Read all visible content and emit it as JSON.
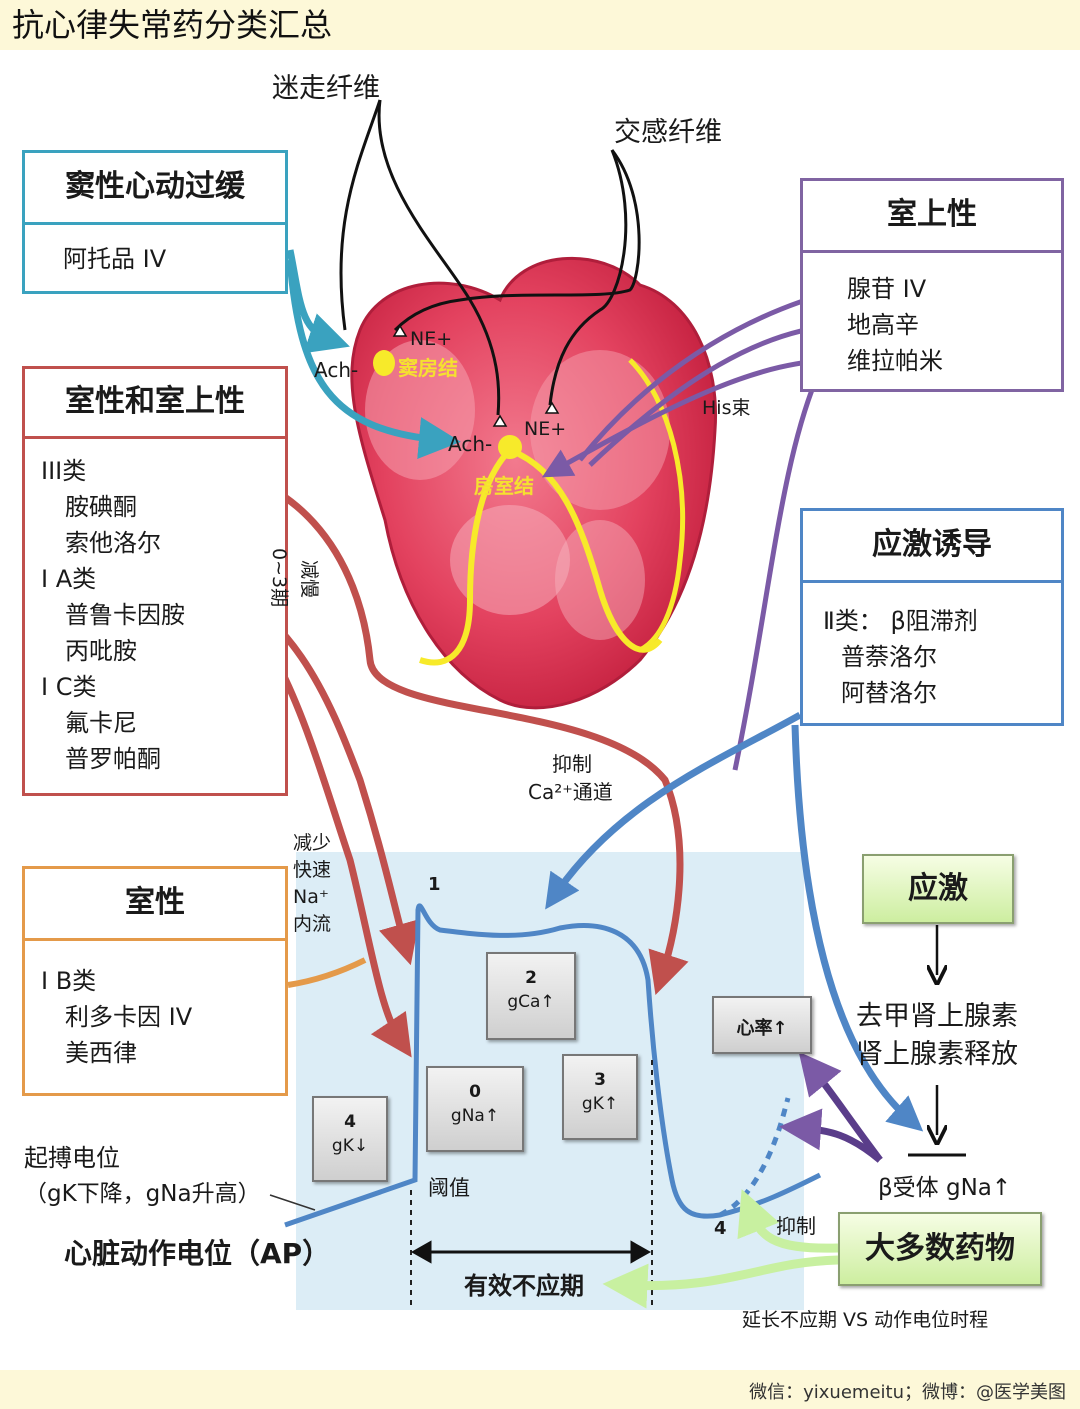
{
  "title": "抗心律失常药分类汇总",
  "footer": "微信：yixuemeitu；微博：@医学美图",
  "colors": {
    "teal": "#3aa2bf",
    "red": "#c0504d",
    "orange": "#e49a4a",
    "purple": "#8064a2",
    "blue": "#4f86c6",
    "lightgreen": "#c8f0a0",
    "panel": "#dcedf6"
  },
  "nerves": {
    "vagus": "迷走纤维",
    "sympathetic": "交感纤维"
  },
  "heart": {
    "ne_top": "NE+",
    "ach_top": "Ach-",
    "sa_node": "窦房结",
    "ach_mid": "Ach-",
    "ne_mid": "NE+",
    "av_node": "房室结",
    "his": "His束"
  },
  "box_sinus_brady": {
    "title": "窦性心动过缓",
    "items": [
      "阿托品 IV"
    ]
  },
  "box_supra": {
    "title": "室上性",
    "items": [
      "腺苷 IV",
      "地高辛",
      "维拉帕米"
    ]
  },
  "box_vent_supra": {
    "title": "室性和室上性",
    "items": [
      "III类",
      "胺碘酮",
      "索他洛尔",
      "Ⅰ A类",
      "普鲁卡因胺",
      "丙吡胺",
      "Ⅰ C类",
      "氟卡尼",
      "普罗帕酮"
    ]
  },
  "box_stress_induced": {
    "title": "应激诱导",
    "items": [
      "Ⅱ类： β阻滞剂",
      "普萘洛尔",
      "阿替洛尔"
    ]
  },
  "box_vent": {
    "title": "室性",
    "items": [
      "Ⅰ B类",
      "利多卡因 IV",
      "美西律"
    ]
  },
  "annotations": {
    "slow": "减慢",
    "phase": "0~3期",
    "inhibit_ca_1": "抑制",
    "inhibit_ca_2": "Ca²⁺通道",
    "reduce_na": [
      "减少",
      "快速",
      "Na⁺",
      "内流"
    ],
    "threshold": "阈值",
    "pacemaker_1": "起搏电位",
    "pacemaker_2": "（gK下降，gNa升高）",
    "ap": "心脏动作电位（AP）",
    "erp": "有效不应期",
    "inhibit": "抑制",
    "prolong": "延长不应期 VS 动作电位时程",
    "label_1": "1",
    "label_4": "4"
  },
  "phase_boxes": [
    {
      "num": "4",
      "g": "gK↓"
    },
    {
      "num": "0",
      "g": "gNa↑"
    },
    {
      "num": "2",
      "g": "gCa↑"
    },
    {
      "num": "3",
      "g": "gK↑"
    }
  ],
  "heart_rate": "心率↑",
  "stress": {
    "title": "应激",
    "release_1": "去甲肾上腺素",
    "release_2": "肾上腺素释放",
    "beta": "β受体 gNa↑",
    "drugs": "大多数药物"
  }
}
